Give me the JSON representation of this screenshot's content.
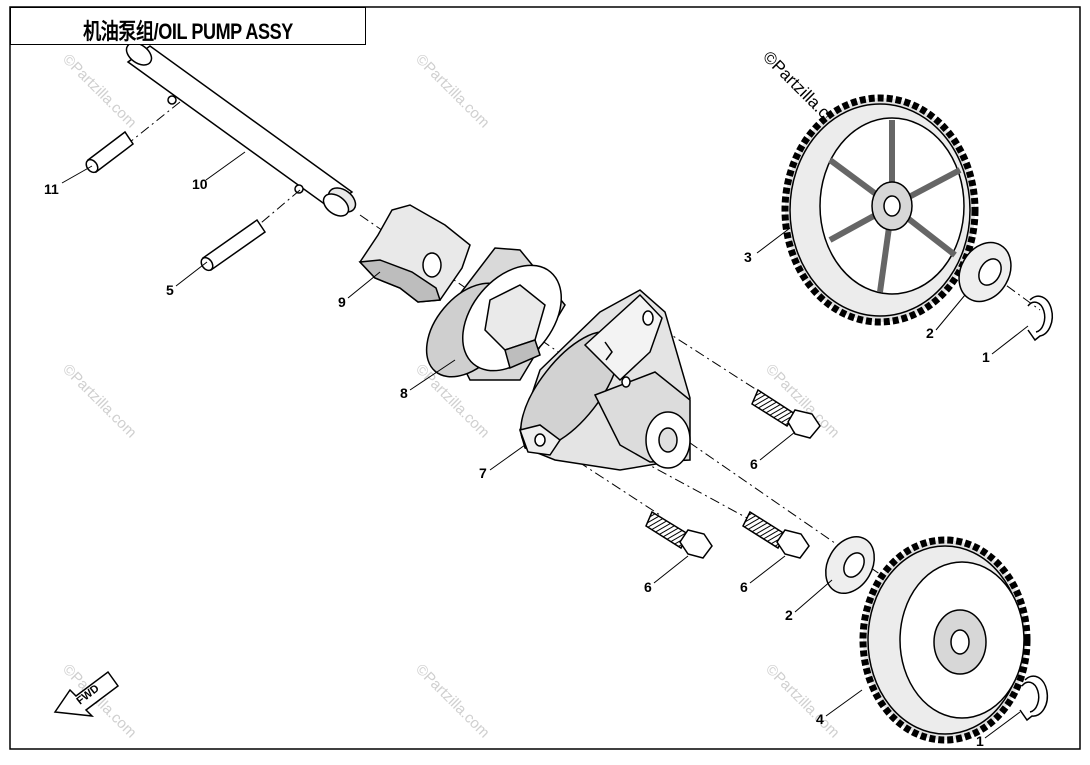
{
  "title": "机油泵组/OIL PUMP ASSY",
  "callouts": {
    "c11": "11",
    "c10": "10",
    "c5": "5",
    "c9": "9",
    "c8": "8",
    "c7": "7",
    "c3": "3",
    "c2a": "2",
    "c1a": "1",
    "c6a": "6",
    "c6b": "6",
    "c6c": "6",
    "c2b": "2",
    "c4": "4",
    "c1b": "1"
  },
  "watermark": "©Partzilla.com",
  "fwd_label": "FWD"
}
